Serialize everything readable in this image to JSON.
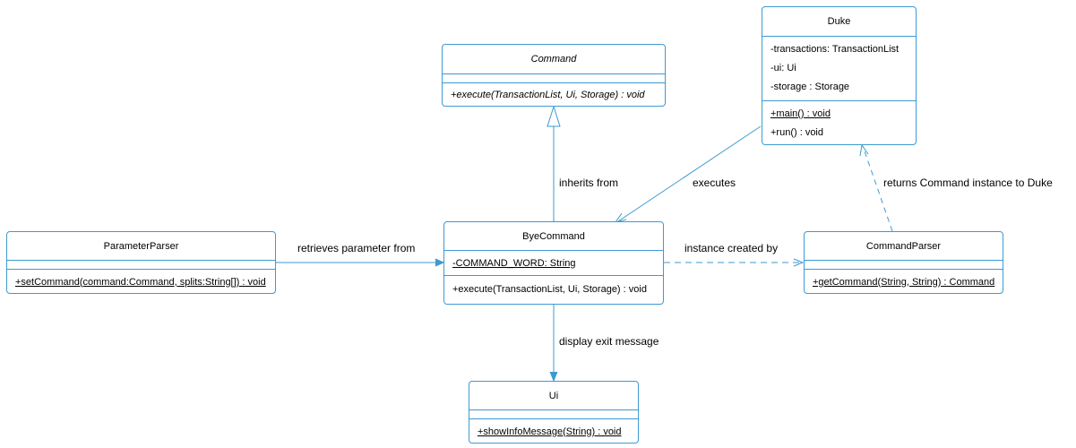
{
  "classes": {
    "duke": {
      "name": "Duke",
      "attributes": [
        "-transactions: TransactionList",
        "-ui: Ui",
        "-storage : Storage"
      ],
      "methods": [
        "+main() : void",
        "+run() : void"
      ]
    },
    "command": {
      "name": "Command",
      "attributes": [],
      "methods": [
        "+execute(TransactionList, Ui, Storage) : void"
      ]
    },
    "bye_command": {
      "name": "ByeCommand",
      "attributes": [
        "-COMMAND_WORD: String"
      ],
      "methods": [
        "+execute(TransactionList, Ui, Storage) : void"
      ]
    },
    "parameter_parser": {
      "name": "ParameterParser",
      "attributes": [],
      "methods": [
        "+setCommand(command:Command, splits:String[]) : void"
      ]
    },
    "command_parser": {
      "name": "CommandParser",
      "attributes": [],
      "methods": [
        "+getCommand(String, String) : Command"
      ]
    },
    "ui": {
      "name": "Ui",
      "attributes": [],
      "methods": [
        "+showInfoMessage(String) : void"
      ]
    }
  },
  "relations": {
    "inherits": "inherits from",
    "executes": "executes",
    "returns": "returns Command instance to Duke",
    "retrieves": "retrieves parameter from",
    "instance_created": "instance created by",
    "display_exit": "display exit message"
  },
  "colors": {
    "line": "#3d9ad1"
  }
}
